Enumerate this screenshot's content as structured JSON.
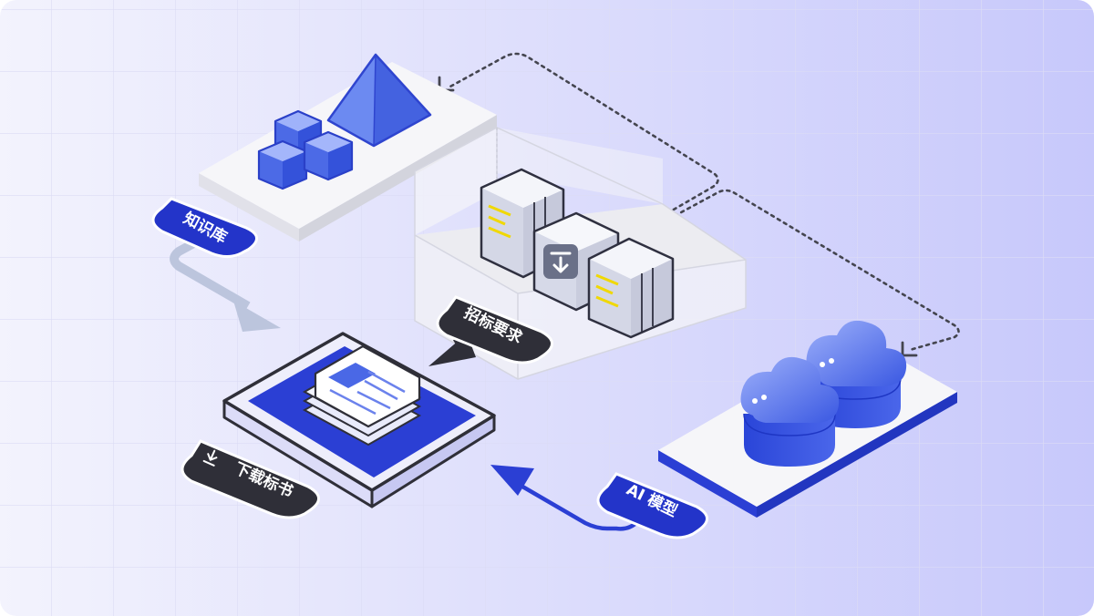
{
  "labels": {
    "knowledge_base": "知识库",
    "bid_requirements": "招标要求",
    "ai_model": "AI 模型",
    "download_bid": "下载标书"
  },
  "colors": {
    "background_left": "#f3f3fd",
    "background_right": "#c7c8fb",
    "grid_line": "#dcdcf5",
    "accent_blue": "#2b3fd4",
    "shape_blue": "#4a68e6",
    "shape_blue_light": "#7f98f4",
    "pill_blue": "#2334c9",
    "pill_dark": "#2f2f38",
    "platform_white": "#f6f6f9",
    "platform_side": "#dadae3",
    "arrow_grey": "#bcc5dd",
    "dotted_line": "#44454f"
  },
  "icons": {
    "knowledge_base": "hexagon-cluster-pyramid-icon",
    "requirements": "server-documents-icon",
    "ai_model": "cloud-database-icon",
    "bid_document": "document-stack-icon",
    "download": "download-icon"
  }
}
